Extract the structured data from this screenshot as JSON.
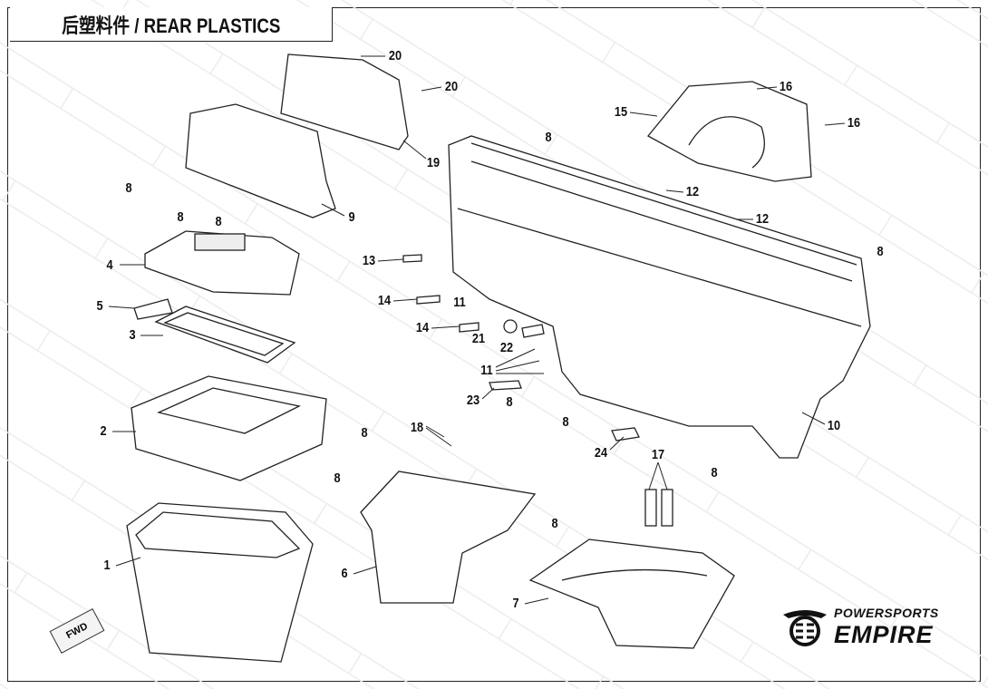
{
  "title": "后塑料件 / REAR PLASTICS",
  "watermark": "POWERSPORTS EMPIRE",
  "fwd_label": "FWD",
  "logo": {
    "line1": "POWERSPORTS",
    "line2": "EMPIRE"
  },
  "callouts": [
    "20",
    "20",
    "19",
    "9",
    "8",
    "8",
    "8",
    "4",
    "5",
    "3",
    "2",
    "8",
    "1",
    "18",
    "8",
    "8",
    "6",
    "7",
    "17",
    "24",
    "8",
    "10",
    "8",
    "8",
    "23",
    "11",
    "21",
    "22",
    "14",
    "14",
    "11",
    "13",
    "12",
    "12",
    "8",
    "8",
    "15",
    "16",
    "16"
  ]
}
